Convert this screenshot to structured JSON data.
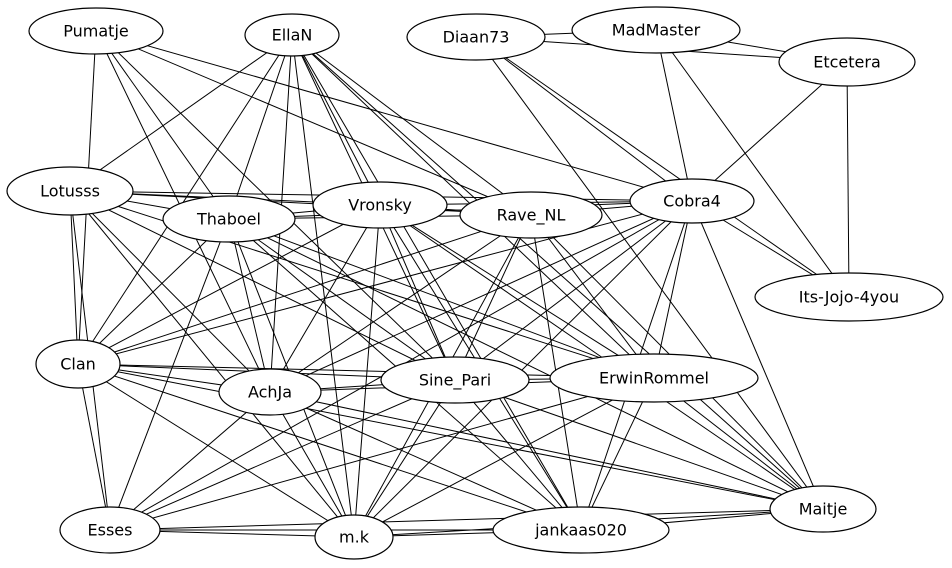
{
  "graph": {
    "nodes": [
      {
        "id": "pumatje",
        "label": "Pumatje"
      },
      {
        "id": "ellan",
        "label": "EllaN"
      },
      {
        "id": "diaan73",
        "label": "Diaan73"
      },
      {
        "id": "madmaster",
        "label": "MadMaster"
      },
      {
        "id": "etcetera",
        "label": "Etcetera"
      },
      {
        "id": "lotusss",
        "label": "Lotusss"
      },
      {
        "id": "thaboel",
        "label": "Thaboel"
      },
      {
        "id": "vronsky",
        "label": "Vronsky"
      },
      {
        "id": "rave_nl",
        "label": "Rave_NL"
      },
      {
        "id": "cobra4",
        "label": "Cobra4"
      },
      {
        "id": "itsjojo",
        "label": "Its-Jojo-4you"
      },
      {
        "id": "clan",
        "label": "Clan"
      },
      {
        "id": "achja",
        "label": "AchJa"
      },
      {
        "id": "sinepari",
        "label": "Sine_Pari"
      },
      {
        "id": "erwinrommel",
        "label": "ErwinRommel"
      },
      {
        "id": "esses",
        "label": "Esses"
      },
      {
        "id": "mk",
        "label": "m.k"
      },
      {
        "id": "jankaas",
        "label": "jankaas020"
      },
      {
        "id": "maitje",
        "label": "Maitje"
      }
    ],
    "edges": [
      [
        "diaan73",
        "madmaster"
      ],
      [
        "madmaster",
        "etcetera"
      ],
      [
        "diaan73",
        "etcetera"
      ],
      [
        "diaan73",
        "cobra4"
      ],
      [
        "diaan73",
        "itsjojo"
      ],
      [
        "diaan73",
        "maitje"
      ],
      [
        "madmaster",
        "cobra4"
      ],
      [
        "madmaster",
        "itsjojo"
      ],
      [
        "etcetera",
        "cobra4"
      ],
      [
        "etcetera",
        "itsjojo"
      ],
      [
        "cobra4",
        "itsjojo"
      ],
      [
        "pumatje",
        "thaboel"
      ],
      [
        "pumatje",
        "rave_nl"
      ],
      [
        "pumatje",
        "cobra4"
      ],
      [
        "pumatje",
        "clan"
      ],
      [
        "pumatje",
        "achja"
      ],
      [
        "pumatje",
        "sinepari"
      ],
      [
        "ellan",
        "lotusss"
      ],
      [
        "ellan",
        "thaboel"
      ],
      [
        "ellan",
        "vronsky"
      ],
      [
        "ellan",
        "rave_nl"
      ],
      [
        "ellan",
        "clan"
      ],
      [
        "ellan",
        "achja"
      ],
      [
        "ellan",
        "sinepari"
      ],
      [
        "ellan",
        "erwinrommel"
      ],
      [
        "ellan",
        "mk"
      ],
      [
        "ellan",
        "jankaas"
      ],
      [
        "ellan",
        "maitje"
      ],
      [
        "lotusss",
        "thaboel"
      ],
      [
        "lotusss",
        "vronsky"
      ],
      [
        "lotusss",
        "rave_nl"
      ],
      [
        "lotusss",
        "cobra4"
      ],
      [
        "lotusss",
        "clan"
      ],
      [
        "lotusss",
        "achja"
      ],
      [
        "lotusss",
        "sinepari"
      ],
      [
        "lotusss",
        "erwinrommel"
      ],
      [
        "lotusss",
        "esses"
      ],
      [
        "lotusss",
        "mk"
      ],
      [
        "thaboel",
        "vronsky"
      ],
      [
        "thaboel",
        "rave_nl"
      ],
      [
        "thaboel",
        "cobra4"
      ],
      [
        "thaboel",
        "clan"
      ],
      [
        "thaboel",
        "achja"
      ],
      [
        "thaboel",
        "sinepari"
      ],
      [
        "thaboel",
        "erwinrommel"
      ],
      [
        "thaboel",
        "esses"
      ],
      [
        "thaboel",
        "mk"
      ],
      [
        "thaboel",
        "jankaas"
      ],
      [
        "thaboel",
        "maitje"
      ],
      [
        "vronsky",
        "rave_nl"
      ],
      [
        "vronsky",
        "cobra4"
      ],
      [
        "vronsky",
        "clan"
      ],
      [
        "vronsky",
        "achja"
      ],
      [
        "vronsky",
        "sinepari"
      ],
      [
        "vronsky",
        "erwinrommel"
      ],
      [
        "vronsky",
        "mk"
      ],
      [
        "vronsky",
        "jankaas"
      ],
      [
        "vronsky",
        "maitje"
      ],
      [
        "rave_nl",
        "cobra4"
      ],
      [
        "rave_nl",
        "clan"
      ],
      [
        "rave_nl",
        "achja"
      ],
      [
        "rave_nl",
        "sinepari"
      ],
      [
        "rave_nl",
        "erwinrommel"
      ],
      [
        "rave_nl",
        "mk"
      ],
      [
        "rave_nl",
        "jankaas"
      ],
      [
        "rave_nl",
        "maitje"
      ],
      [
        "cobra4",
        "clan"
      ],
      [
        "cobra4",
        "achja"
      ],
      [
        "cobra4",
        "sinepari"
      ],
      [
        "cobra4",
        "erwinrommel"
      ],
      [
        "cobra4",
        "esses"
      ],
      [
        "cobra4",
        "mk"
      ],
      [
        "cobra4",
        "jankaas"
      ],
      [
        "cobra4",
        "maitje"
      ],
      [
        "clan",
        "achja"
      ],
      [
        "clan",
        "sinepari"
      ],
      [
        "clan",
        "erwinrommel"
      ],
      [
        "clan",
        "esses"
      ],
      [
        "clan",
        "mk"
      ],
      [
        "clan",
        "jankaas"
      ],
      [
        "clan",
        "maitje"
      ],
      [
        "achja",
        "sinepari"
      ],
      [
        "achja",
        "erwinrommel"
      ],
      [
        "achja",
        "esses"
      ],
      [
        "achja",
        "mk"
      ],
      [
        "achja",
        "jankaas"
      ],
      [
        "achja",
        "maitje"
      ],
      [
        "sinepari",
        "erwinrommel"
      ],
      [
        "sinepari",
        "esses"
      ],
      [
        "sinepari",
        "mk"
      ],
      [
        "sinepari",
        "jankaas"
      ],
      [
        "sinepari",
        "maitje"
      ],
      [
        "erwinrommel",
        "esses"
      ],
      [
        "erwinrommel",
        "mk"
      ],
      [
        "erwinrommel",
        "jankaas"
      ],
      [
        "erwinrommel",
        "maitje"
      ],
      [
        "esses",
        "mk"
      ],
      [
        "esses",
        "jankaas"
      ],
      [
        "esses",
        "maitje"
      ],
      [
        "mk",
        "jankaas"
      ],
      [
        "mk",
        "maitje"
      ],
      [
        "jankaas",
        "maitje"
      ]
    ]
  }
}
